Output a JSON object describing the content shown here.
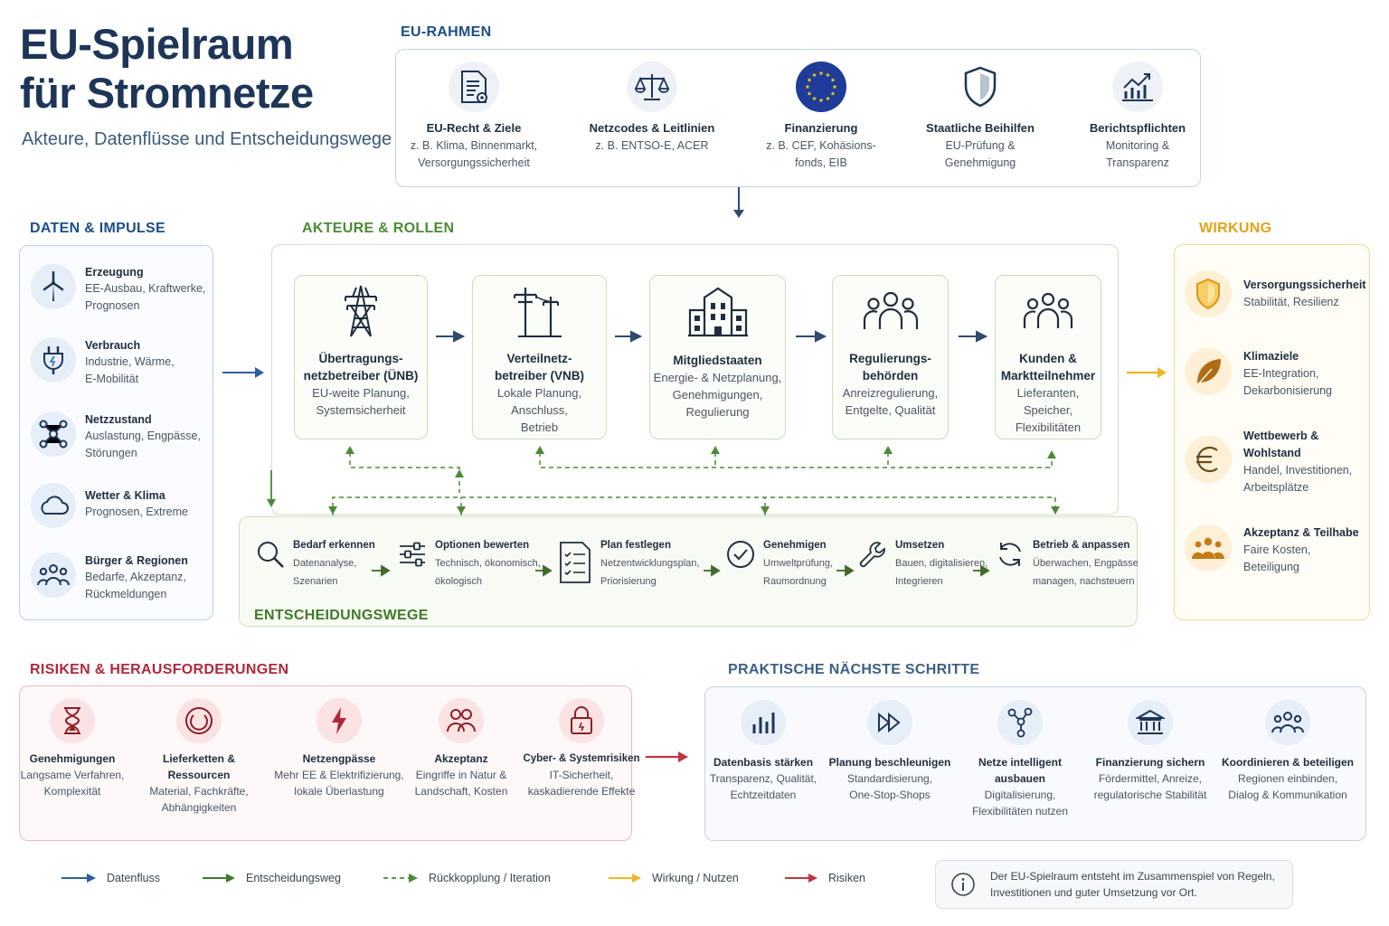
{
  "header": {
    "title_line1": "EU-Spielraum",
    "title_line2": "für Stromnetze",
    "subtitle": "Akteure, Datenflüsse und Entscheidungswege"
  },
  "eu_rahmen": {
    "label": "EU-RAHMEN",
    "items": [
      {
        "icon": "document-icon",
        "title": "EU-Recht & Ziele",
        "desc1": "z. B. Klima, Binnenmarkt,",
        "desc2": "Versorgungssicherheit"
      },
      {
        "icon": "scales-icon",
        "title": "Netzcodes & Leitlinien",
        "desc1": "z. B. ENTSO-E, ACER",
        "desc2": ""
      },
      {
        "icon": "eu-flag-icon",
        "title": "Finanzierung",
        "desc1": "z. B. CEF, Kohäsions-",
        "desc2": "fonds, EIB"
      },
      {
        "icon": "shield-icon",
        "title": "Staatliche Beihilfen",
        "desc1": "EU-Prüfung &",
        "desc2": "Genehmigung"
      },
      {
        "icon": "chart-up-icon",
        "title": "Berichtspflichten",
        "desc1": "Monitoring &",
        "desc2": "Transparenz"
      }
    ]
  },
  "daten": {
    "label": "DATEN & IMPULSE",
    "items": [
      {
        "icon": "wind-turbine-icon",
        "title": "Erzeugung",
        "desc1": "EE-Ausbau, Kraftwerke,",
        "desc2": "Prognosen"
      },
      {
        "icon": "plug-icon",
        "title": "Verbrauch",
        "desc1": "Industrie, Wärme,",
        "desc2": "E-Mobilität"
      },
      {
        "icon": "network-icon",
        "title": "Netzzustand",
        "desc1": "Auslastung, Engpässe,",
        "desc2": "Störungen"
      },
      {
        "icon": "cloud-icon",
        "title": "Wetter & Klima",
        "desc1": "Prognosen, Extreme",
        "desc2": ""
      },
      {
        "icon": "people-icon",
        "title": "Bürger & Regionen",
        "desc1": "Bedarfe, Akzeptanz,",
        "desc2": "Rückmeldungen"
      }
    ]
  },
  "akteure": {
    "label": "AKTEURE & ROLLEN",
    "items": [
      {
        "icon": "transmission-tower-icon",
        "title1": "Übertragungs-",
        "title2": "netzbetreiber (ÜNB)",
        "desc1": "EU-weite Planung,",
        "desc2": "Systemsicherheit",
        "desc3": ""
      },
      {
        "icon": "power-pole-icon",
        "title1": "Verteilnetz-",
        "title2": "betreiber (VNB)",
        "desc1": "Lokale Planung,",
        "desc2": "Anschluss,",
        "desc3": "Betrieb"
      },
      {
        "icon": "building-icon",
        "title1": "Mitgliedstaaten",
        "title2": "",
        "desc1": "Energie- & Netzplanung,",
        "desc2": "Genehmigungen,",
        "desc3": "Regulierung"
      },
      {
        "icon": "group-icon",
        "title1": "Regulierungs-",
        "title2": "behörden",
        "desc1": "Anreizregulierung,",
        "desc2": "Entgelte, Qualität",
        "desc3": ""
      },
      {
        "icon": "customers-icon",
        "title1": "Kunden &",
        "title2": "Marktteilnehmer",
        "desc1": "Lieferanten, Speicher,",
        "desc2": "Flexibilitäten",
        "desc3": ""
      }
    ]
  },
  "entscheidungswege": {
    "label": "ENTSCHEIDUNGSWEGE",
    "steps": [
      {
        "icon": "search-icon",
        "title": "Bedarf erkennen",
        "desc1": "Datenanalyse,",
        "desc2": "Szenarien"
      },
      {
        "icon": "sliders-icon",
        "title": "Optionen bewerten",
        "desc1": "Technisch, ökonomisch,",
        "desc2": "ökologisch"
      },
      {
        "icon": "checklist-icon",
        "title": "Plan festlegen",
        "desc1": "Netzentwicklungsplan,",
        "desc2": "Priorisierung"
      },
      {
        "icon": "check-circle-icon",
        "title": "Genehmigen",
        "desc1": "Umweltprüfung,",
        "desc2": "Raumordnung"
      },
      {
        "icon": "wrench-icon",
        "title": "Umsetzen",
        "desc1": "Bauen, digitalisieren,",
        "desc2": "Integrieren"
      },
      {
        "icon": "cycle-icon",
        "title": "Betrieb & anpassen",
        "desc1": "Überwachen, Engpässe",
        "desc2": "managen, nachsteuern"
      }
    ]
  },
  "wirkung": {
    "label": "WIRKUNG",
    "items": [
      {
        "icon": "shield-icon",
        "title1": "Versorgungssicherheit",
        "title2": "",
        "desc1": "Stabilität, Resilienz",
        "desc2": "",
        "desc3": ""
      },
      {
        "icon": "leaf-icon",
        "title1": "Klimaziele",
        "title2": "",
        "desc1": "EE-Integration,",
        "desc2": "Dekarbonisierung",
        "desc3": ""
      },
      {
        "icon": "euro-icon",
        "title1": "Wettbewerb &",
        "title2": "Wohlstand",
        "desc1": "Handel, Investitionen,",
        "desc2": "Arbeitsplätze",
        "desc3": ""
      },
      {
        "icon": "community-icon",
        "title1": "Akzeptanz & Teilhabe",
        "title2": "",
        "desc1": "Faire Kosten,",
        "desc2": "Beteiligung",
        "desc3": ""
      }
    ]
  },
  "risiken": {
    "label": "RISIKEN & HERAUSFORDERUNGEN",
    "items": [
      {
        "icon": "hourglass-icon",
        "title1": "Genehmigungen",
        "title2": "",
        "desc1": "Langsame Verfahren,",
        "desc2": "Komplexität",
        "desc3": ""
      },
      {
        "icon": "supply-chain-icon",
        "title1": "Lieferketten &",
        "title2": "Ressourcen",
        "desc1": "Material, Fachkräfte,",
        "desc2": "Abhängigkeiten",
        "desc3": ""
      },
      {
        "icon": "lightning-icon",
        "title1": "Netzengpässe",
        "title2": "",
        "desc1": "Mehr EE & Elektrifizierung,",
        "desc2": "lokale Überlastung",
        "desc3": ""
      },
      {
        "icon": "people-icon",
        "title1": "Akzeptanz",
        "title2": "",
        "desc1": "Eingriffe in Natur &",
        "desc2": "Landschaft, Kosten",
        "desc3": ""
      },
      {
        "icon": "lock-icon",
        "title1": "Cyber- & Systemrisiken",
        "title2": "",
        "desc1": "IT-Sicherheit,",
        "desc2": "kaskadierende Effekte",
        "desc3": ""
      }
    ]
  },
  "schritte": {
    "label": "PRAKTISCHE NÄCHSTE SCHRITTE",
    "items": [
      {
        "icon": "bar-chart-icon",
        "title": "Datenbasis stärken",
        "desc1": "Transparenz, Qualität,",
        "desc2": "Echtzeitdaten"
      },
      {
        "icon": "fast-forward-icon",
        "title": "Planung beschleunigen",
        "desc1": "Standardisierung,",
        "desc2": "One-Stop-Shops"
      },
      {
        "icon": "smart-grid-icon",
        "title": "Netze intelligent ausbauen",
        "desc1": "Digitalisierung,",
        "desc2": "Flexibilitäten nutzen"
      },
      {
        "icon": "bank-icon",
        "title": "Finanzierung sichern",
        "desc1": "Fördermittel, Anreize,",
        "desc2": "regulatorische Stabilität"
      },
      {
        "icon": "team-icon",
        "title": "Koordinieren & beteiligen",
        "desc1": "Regionen einbinden,",
        "desc2": "Dialog & Kommunikation"
      }
    ]
  },
  "legend": {
    "datenfluss": "Datenfluss",
    "entscheidungsweg": "Entscheidungsweg",
    "rueckkopplung": "Rückkopplung / Iteration",
    "wirkung": "Wirkung / Nutzen",
    "risiken": "Risiken"
  },
  "note": {
    "line1": "Der EU-Spielraum entsteht im Zusammenspiel von Regeln,",
    "line2": "Investitionen und guter Umsetzung vor Ort."
  },
  "colors": {
    "navy": "#1d3557",
    "blue": "#1d4e89",
    "green": "#4d8a36",
    "orange": "#e3a21a",
    "red": "#b0283a"
  }
}
